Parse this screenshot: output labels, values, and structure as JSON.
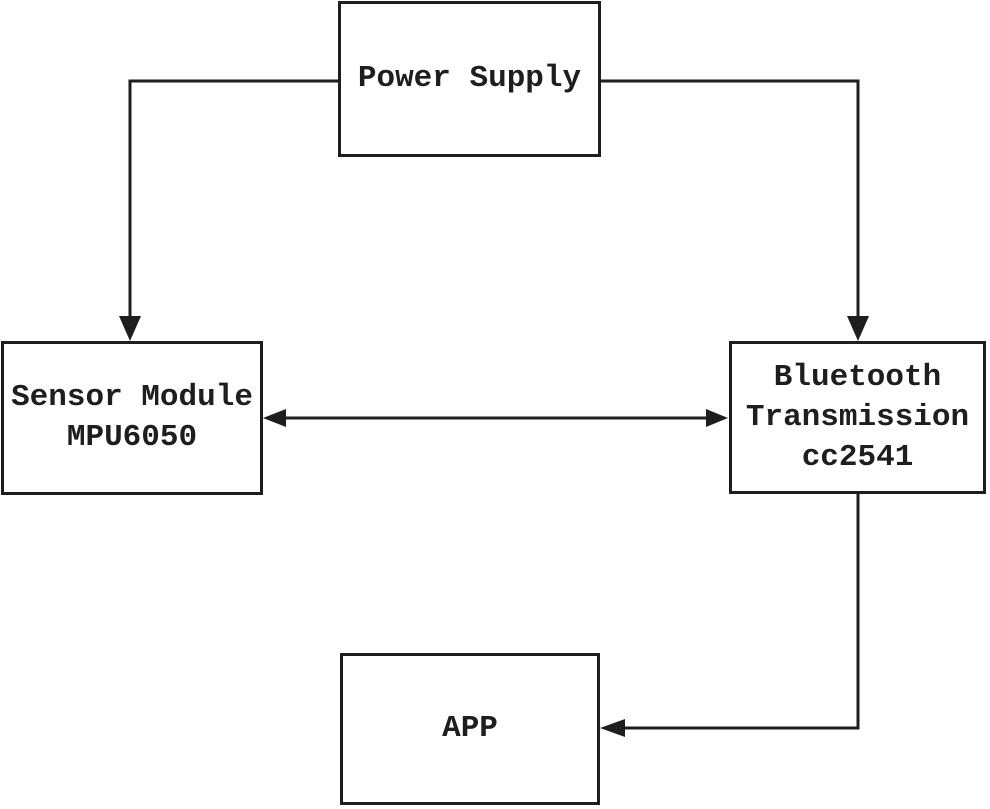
{
  "nodes": {
    "power": {
      "lines": [
        "Power Supply"
      ]
    },
    "sensor": {
      "lines": [
        "Sensor Module",
        "MPU6050"
      ]
    },
    "bluetooth": {
      "lines": [
        "Bluetooth",
        "Transmission",
        "cc2541"
      ]
    },
    "app": {
      "lines": [
        "APP"
      ]
    }
  },
  "connections": [
    {
      "from": "Power Supply",
      "to": "Sensor Module MPU6050",
      "direction": "one-way"
    },
    {
      "from": "Power Supply",
      "to": "Bluetooth Transmission cc2541",
      "direction": "one-way"
    },
    {
      "from": "Sensor Module MPU6050",
      "to": "Bluetooth Transmission cc2541",
      "direction": "two-way"
    },
    {
      "from": "Bluetooth Transmission cc2541",
      "to": "APP",
      "direction": "one-way"
    }
  ],
  "colors": {
    "stroke": "#1e1e1e",
    "background": "#ffffff"
  }
}
